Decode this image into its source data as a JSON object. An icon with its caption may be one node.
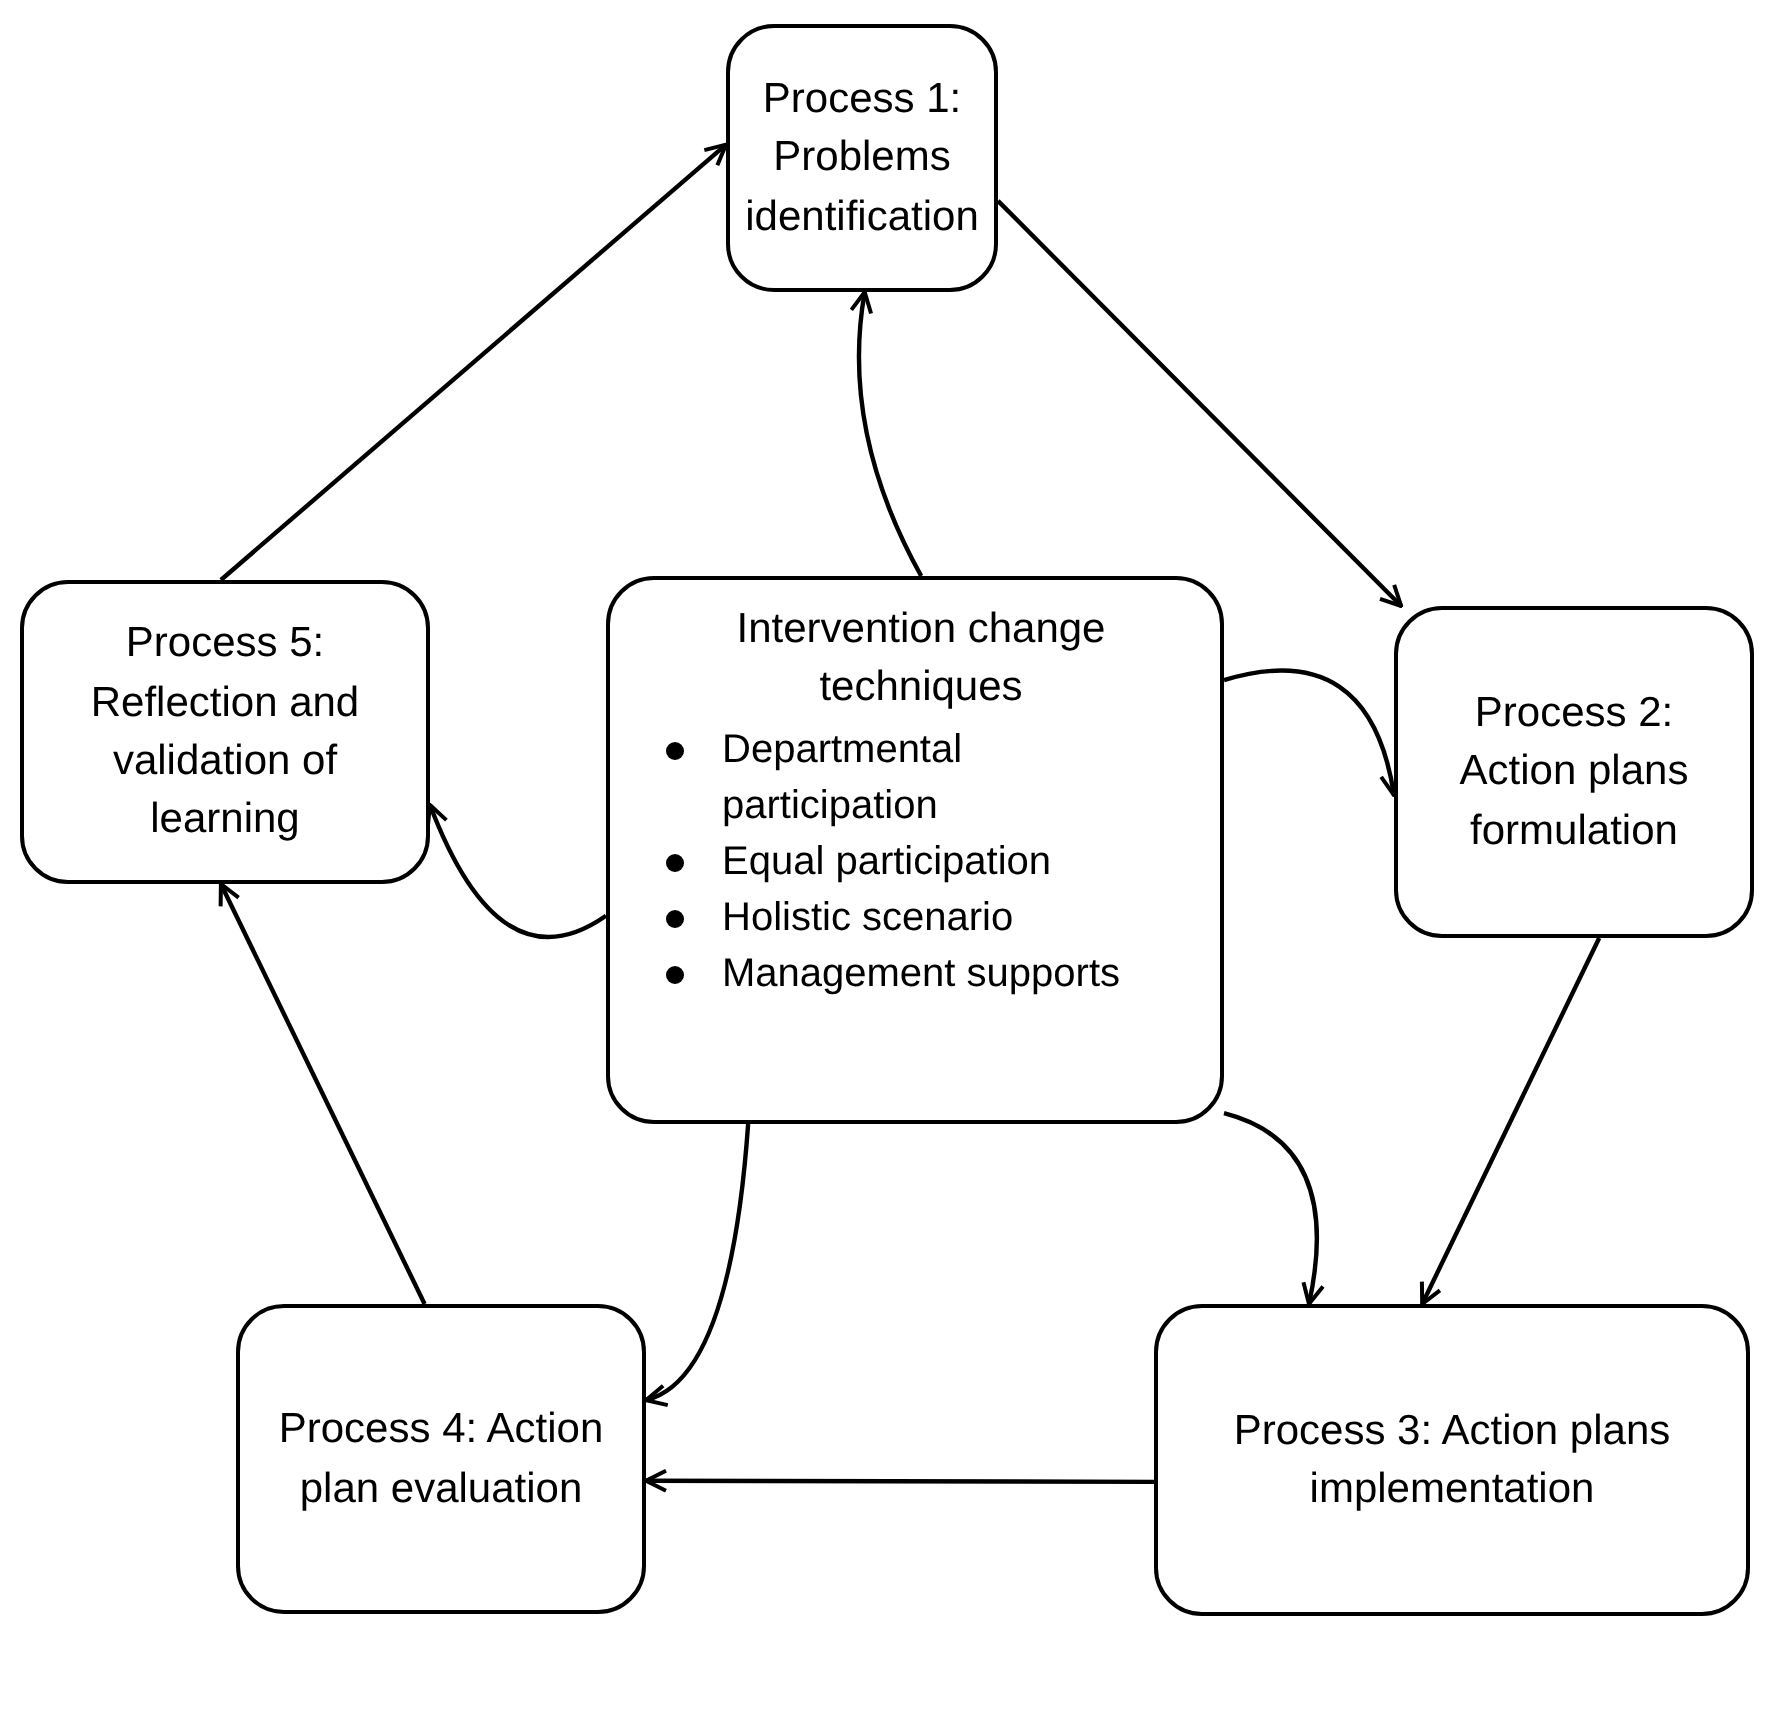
{
  "diagram": {
    "nodes": [
      {
        "text": [
          "Process 1: Problems identification"
        ]
      },
      {
        "text": [
          "Process 5: Reflection and validation of learning"
        ]
      },
      {
        "text": [
          "Intervention change techniques",
          "Departmental participation",
          "Equal participation",
          "Holistic scenario",
          "Management supports"
        ]
      },
      {
        "text": [
          "Process 2: Action plans formulation"
        ]
      },
      {
        "text": [
          "Process 4: Action plan evaluation"
        ]
      },
      {
        "text": [
          "Process 3: Action plans implementation"
        ]
      }
    ],
    "edges": [
      {
        "from": 0,
        "to": 3,
        "arrow": "to"
      },
      {
        "from": 3,
        "to": 5,
        "arrow": "to"
      },
      {
        "from": 5,
        "to": 4,
        "arrow": "to"
      },
      {
        "from": 4,
        "to": 1,
        "arrow": "to"
      },
      {
        "from": 1,
        "to": 0,
        "arrow": "to"
      },
      {
        "from": 2,
        "to": 0,
        "arrow": "to"
      },
      {
        "from": 2,
        "to": 3,
        "arrow": "to"
      },
      {
        "from": 2,
        "to": 5,
        "arrow": "to"
      },
      {
        "from": 2,
        "to": 4,
        "arrow": "to"
      },
      {
        "from": 2,
        "to": 1,
        "arrow": "to"
      }
    ]
  }
}
